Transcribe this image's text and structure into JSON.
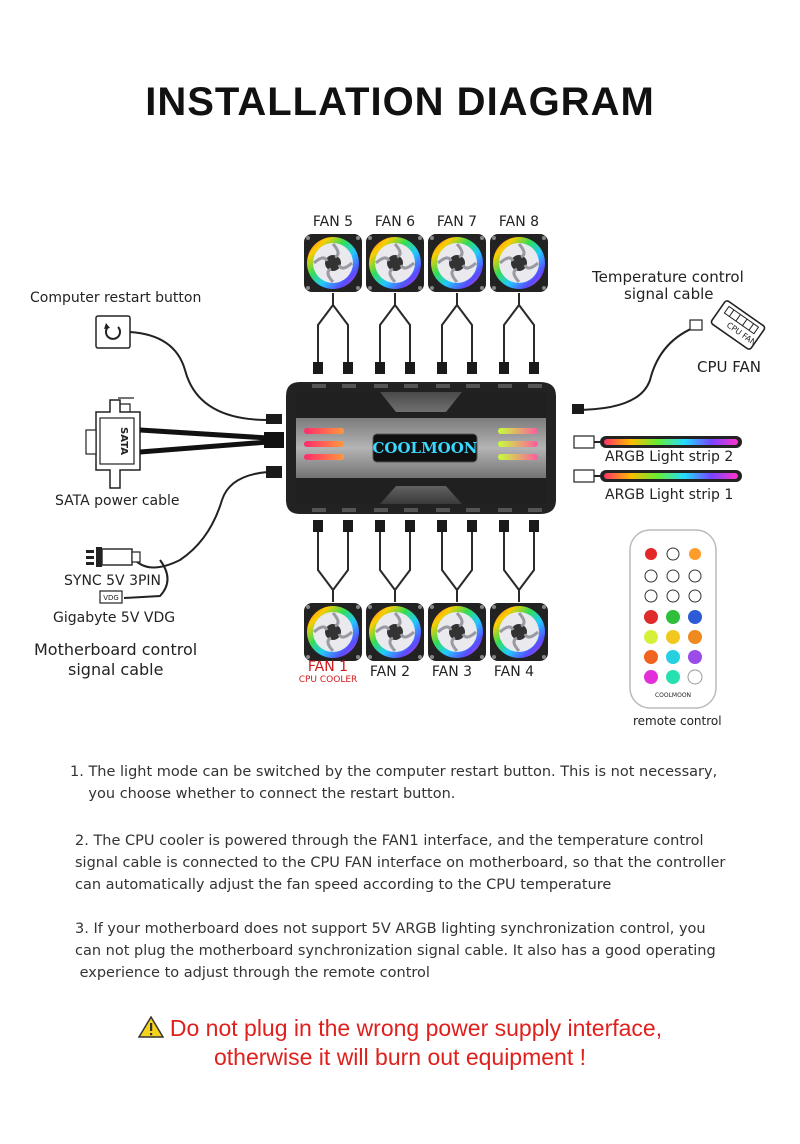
{
  "title": "INSTALLATION DIAGRAM",
  "hub": {
    "brand": "COOLMOON"
  },
  "fans_top": [
    "FAN 5",
    "FAN 6",
    "FAN 7",
    "FAN 8"
  ],
  "fans_bottom": [
    "FAN 1",
    "FAN 2",
    "FAN 3",
    "FAN 4"
  ],
  "fan1_sub": "CPU COOLER",
  "labels": {
    "restart": "Computer restart button",
    "temp_line1": "Temperature control",
    "temp_line2": "signal cable",
    "cpu_fan": "CPU FAN",
    "cpu_fan_icon": "CPU FAN",
    "sata": "SATA power cable",
    "sata_icon": "SATA",
    "argb2": "ARGB Light strip 2",
    "argb1": "ARGB Light strip 1",
    "sync": "SYNC 5V 3PIN",
    "vdg_tag": "VDG",
    "gigabyte": "Gigabyte 5V VDG",
    "mb_line1": "Motherboard control",
    "mb_line2": "signal cable",
    "remote": "remote control",
    "remote_brand": "COOLMOON"
  },
  "notes": [
    [
      "1. The light mode can be switched by the computer restart button. This is not necessary,",
      "    you choose whether to connect the restart button."
    ],
    [
      "2. The CPU cooler is powered through the FAN1 interface, and the temperature control",
      "signal cable is connected to the CPU FAN interface on motherboard, so that the controller",
      "can automatically adjust the fan speed according to the CPU temperature"
    ],
    [
      "3. If your motherboard does not support 5V ARGB lighting synchronization control, you",
      "can not plug the motherboard synchronization signal cable. It also has a good operating",
      " experience to adjust through the remote control"
    ]
  ],
  "warning": [
    "Do not plug in the wrong power supply interface,",
    "otherwise it will burn out equipment !"
  ],
  "colors": {
    "warning": "#e0201c",
    "hub_dark": "#1e1e1e",
    "hub_body": "#9a9a9a"
  }
}
